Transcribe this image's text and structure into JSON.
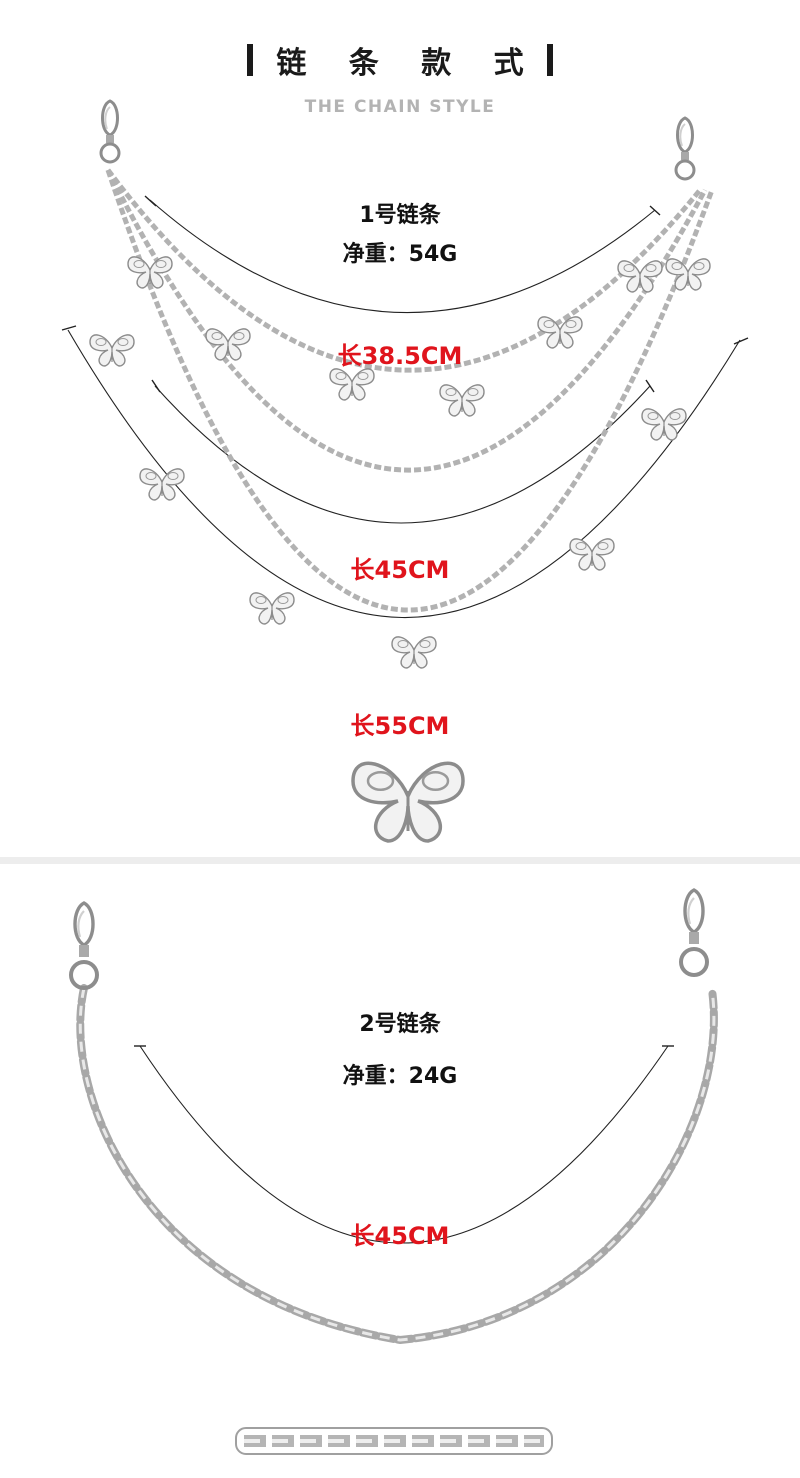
{
  "header": {
    "title": "链 条 款 式",
    "subtitle": "THE CHAIN STYLE"
  },
  "chain1": {
    "name": "1号链条",
    "weight": "净重：54G",
    "lengths": [
      "长38.5CM",
      "长45CM",
      "长55CM"
    ]
  },
  "chain2": {
    "name": "2号链条",
    "weight": "净重：24G",
    "length": "长45CM"
  },
  "colors": {
    "accent": "#e0141c",
    "text": "#111111",
    "silver": "#9a9a9a"
  },
  "icons": [
    "butterfly-charm-icon",
    "lobster-clasp-icon",
    "key-ring-icon"
  ]
}
